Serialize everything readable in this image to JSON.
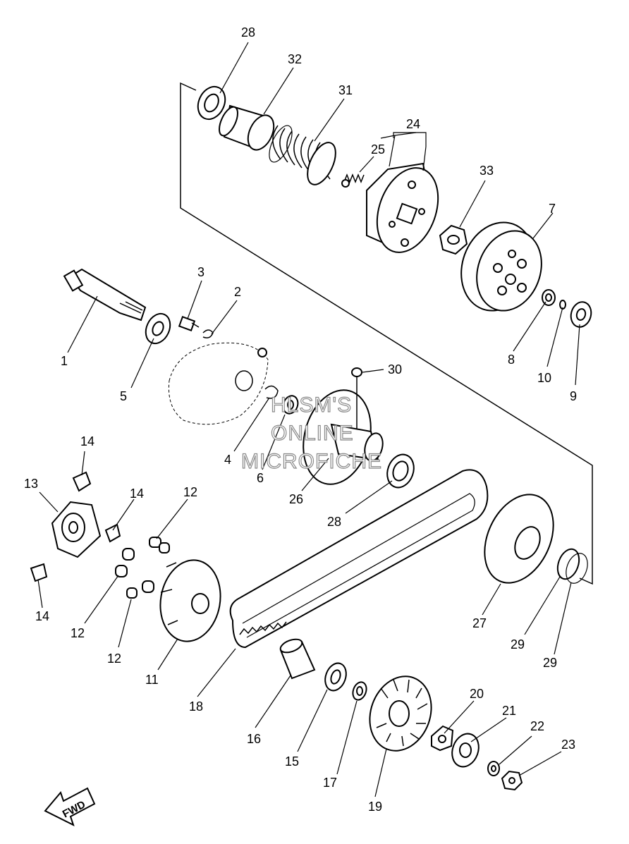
{
  "diagram": {
    "watermark": [
      "HLSM'S",
      "ONLINE",
      "MICROFICHE"
    ],
    "direction_label": "FWD",
    "callouts": [
      "1",
      "2",
      "3",
      "4",
      "5",
      "6",
      "7",
      "8",
      "9",
      "10",
      "11",
      "12",
      "13",
      "14",
      "15",
      "16",
      "17",
      "18",
      "19",
      "20",
      "21",
      "22",
      "23",
      "24",
      "25",
      "26",
      "27",
      "28",
      "29",
      "30",
      "31",
      "32",
      "33"
    ]
  }
}
